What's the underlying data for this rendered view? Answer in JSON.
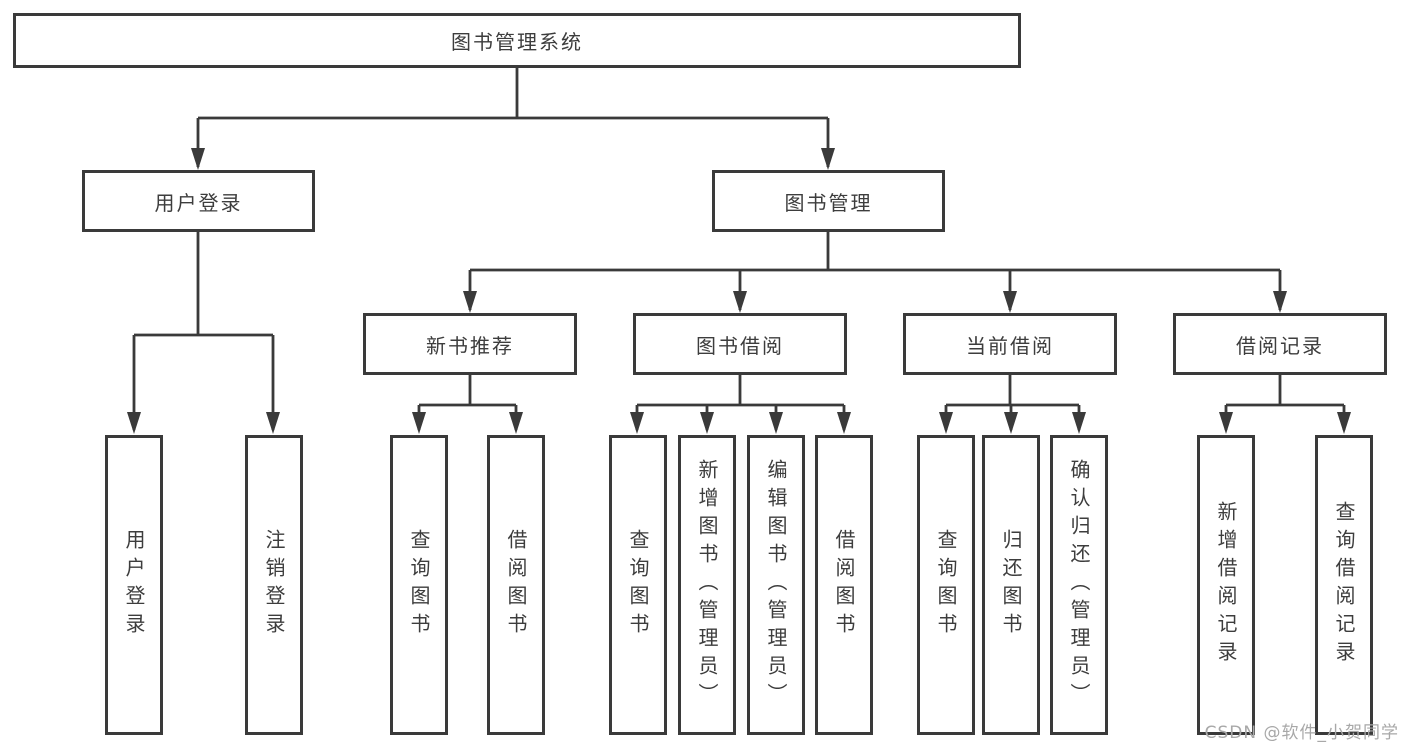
{
  "diagram": {
    "root": {
      "label": "图书管理系统"
    },
    "branches": [
      {
        "label": "用户登录"
      },
      {
        "label": "图书管理"
      }
    ],
    "categories": [
      {
        "label": "新书推荐"
      },
      {
        "label": "图书借阅"
      },
      {
        "label": "当前借阅"
      },
      {
        "label": "借阅记录"
      }
    ],
    "leaf_groups": [
      {
        "items": [
          {
            "label": "用户登录"
          },
          {
            "label": "注销登录"
          }
        ]
      },
      {
        "items": [
          {
            "label": "查询图书"
          },
          {
            "label": "借阅图书"
          }
        ]
      },
      {
        "items": [
          {
            "label": "查询图书"
          },
          {
            "label": "新增图书（管理员）"
          },
          {
            "label": "编辑图书（管理员）"
          },
          {
            "label": "借阅图书"
          }
        ]
      },
      {
        "items": [
          {
            "label": "查询图书"
          },
          {
            "label": "归还图书"
          },
          {
            "label": "确认归还（管理员）"
          }
        ]
      },
      {
        "items": [
          {
            "label": "新增借阅记录"
          },
          {
            "label": "查询借阅记录"
          }
        ]
      }
    ]
  },
  "watermark": {
    "text": "CSDN @软件_小贺同学"
  },
  "colors": {
    "line": "#3a3a3a",
    "text": "#3d3d3d",
    "background": "#ffffff",
    "watermark": "#a8a8a8"
  }
}
